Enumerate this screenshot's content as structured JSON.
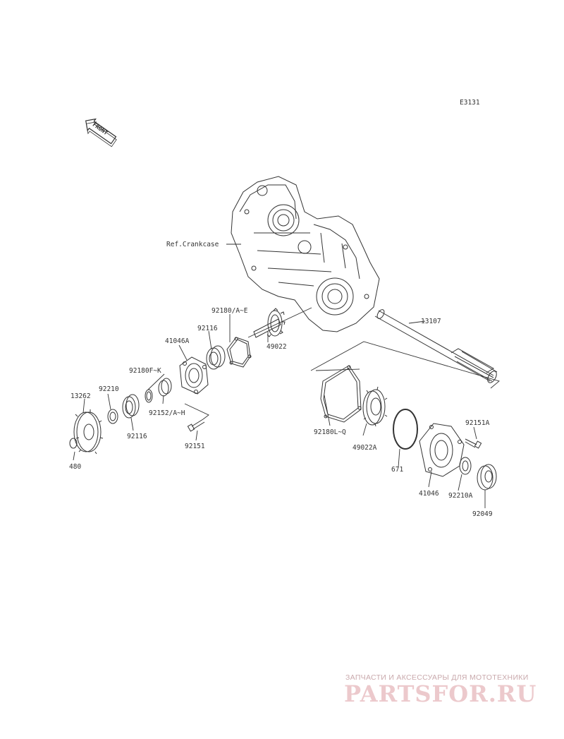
{
  "diagram_code": "E3131",
  "front_label": "FRONT",
  "labels": {
    "ref_crankcase": "Ref.Crankcase",
    "p13107": "13107",
    "p92180ae": "92180/A~E",
    "p92116a": "92116",
    "p49022": "49022",
    "p41046a": "41046A",
    "p92180fk": "92180F~K",
    "p92210": "92210",
    "p13262": "13262",
    "p92152": "92152/A~H",
    "p92116b": "92116",
    "p480": "480",
    "p92151": "92151",
    "p92180lq": "92180L~Q",
    "p49022a": "49022A",
    "p671": "671",
    "p92151a": "92151A",
    "p41046": "41046",
    "p92210a": "92210A",
    "p92049": "92049"
  },
  "watermark": {
    "tagline": "ЗАПЧАСТИ И АКСЕССУАРЫ ДЛЯ МОТОТЕХНИКИ",
    "logo": "PARTSFOR.RU"
  },
  "colors": {
    "line": "#333333",
    "watermark": "#e8c4c7"
  }
}
